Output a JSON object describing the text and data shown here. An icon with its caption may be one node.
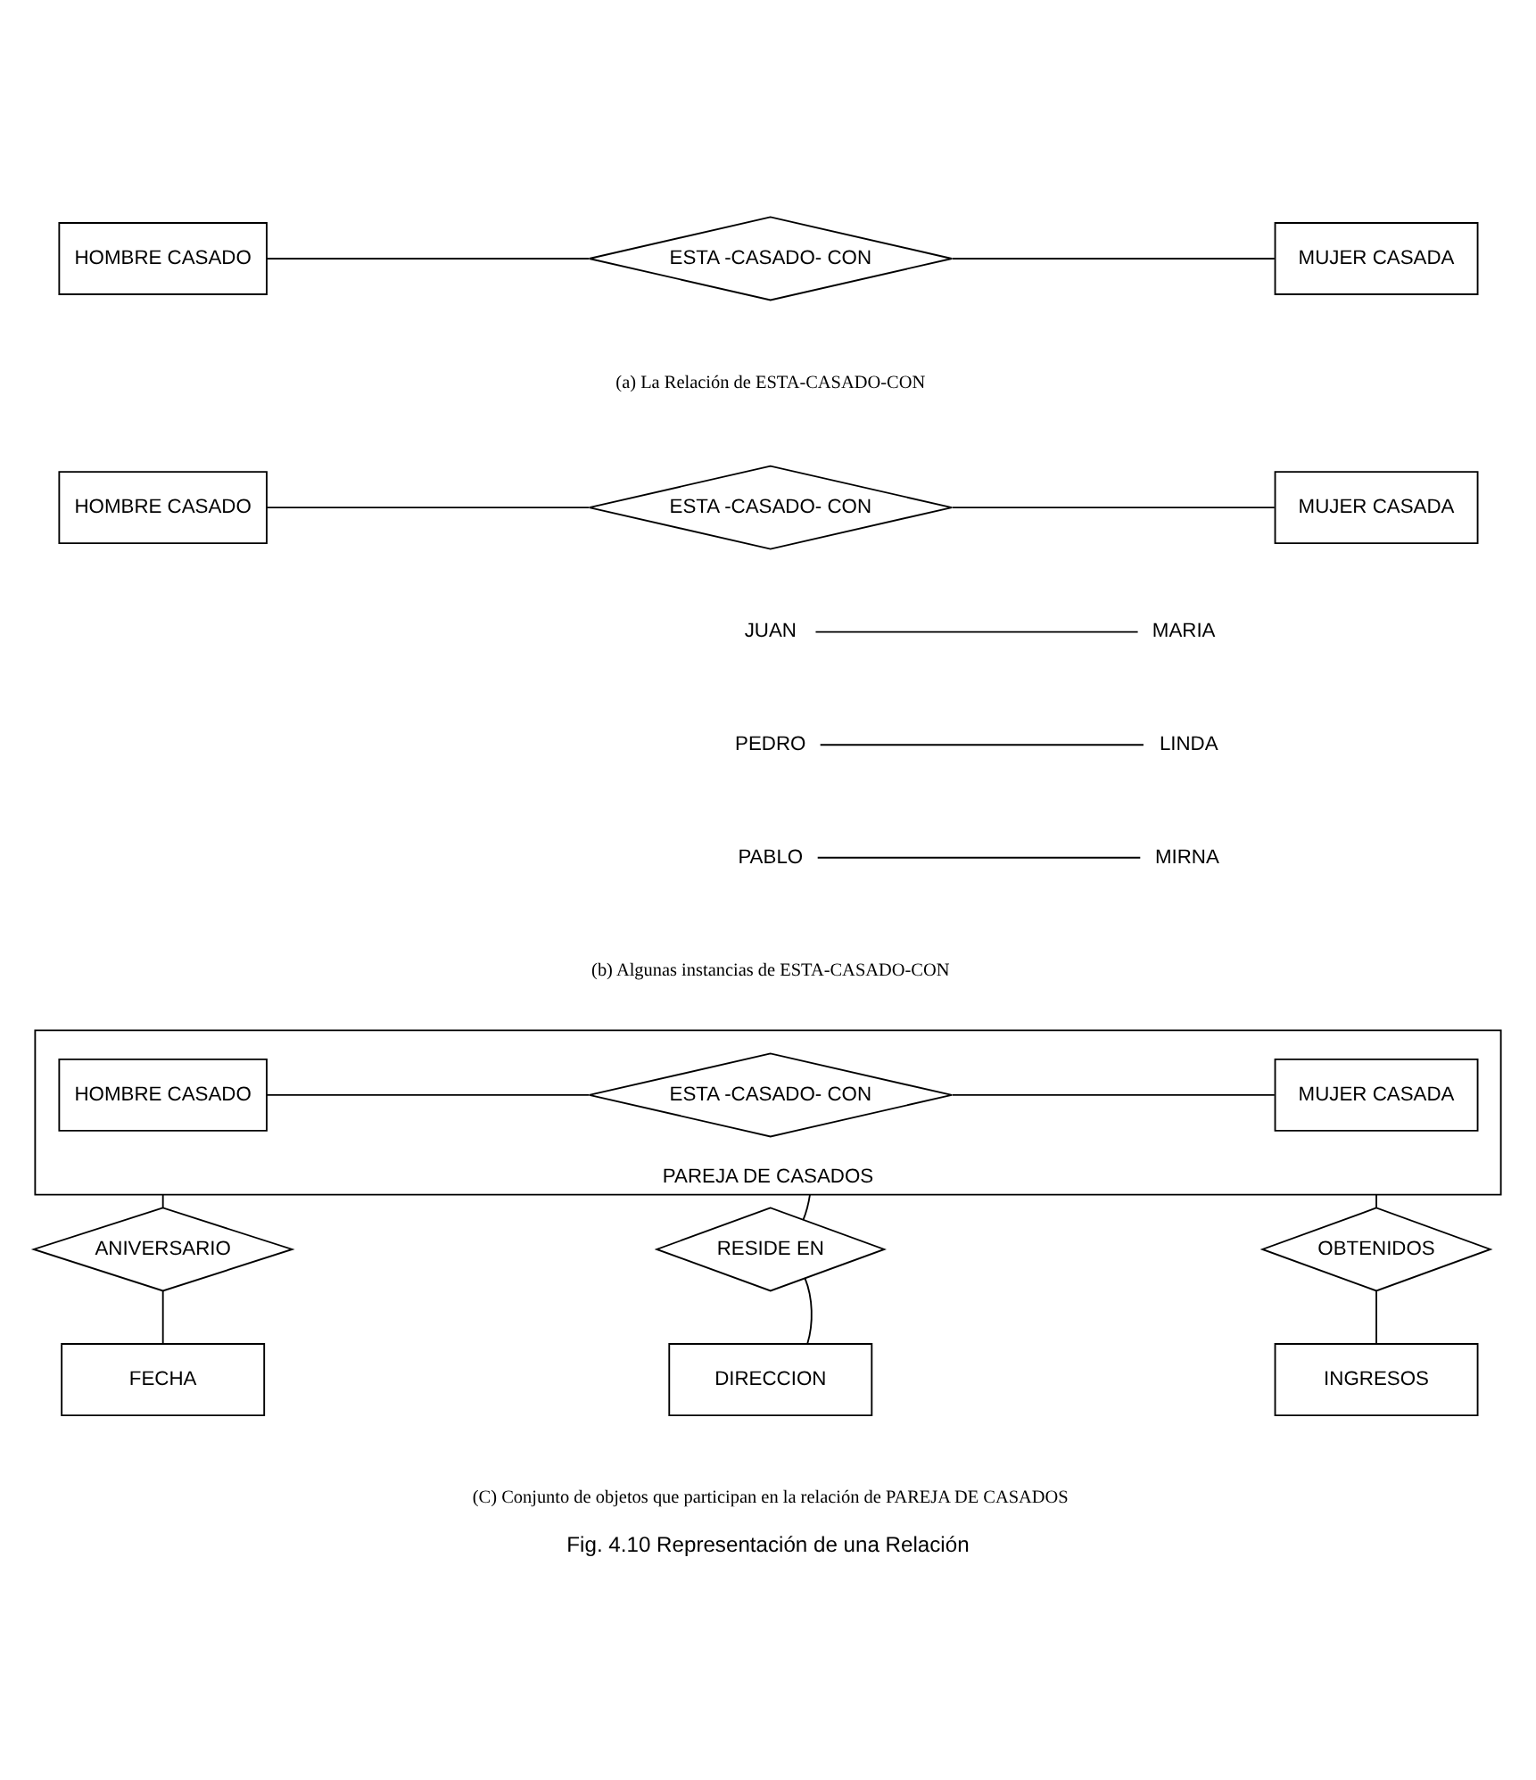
{
  "diagram": {
    "caption": "Fig. 4.10 Representación de una Relación",
    "nodes": [
      {
        "text": [
          "HOMBRE CASADO"
        ]
      },
      {
        "text": [
          "ESTA -CASADO- CON"
        ]
      },
      {
        "text": [
          "MUJER CASADA"
        ]
      },
      {
        "text": [
          "HOMBRE CASADO"
        ]
      },
      {
        "text": [
          "ESTA -CASADO- CON"
        ]
      },
      {
        "text": [
          "MUJER CASADA"
        ]
      },
      {
        "text": [
          "JUAN"
        ]
      },
      {
        "text": [
          "MARIA"
        ]
      },
      {
        "text": [
          "PEDRO"
        ]
      },
      {
        "text": [
          "LINDA"
        ]
      },
      {
        "text": [
          "PABLO"
        ]
      },
      {
        "text": [
          "MIRNA"
        ]
      },
      {
        "text": [
          "PAREJA DE CASADOS"
        ]
      },
      {
        "text": [
          "HOMBRE CASADO"
        ],
        "in": 12
      },
      {
        "text": [
          "ESTA -CASADO- CON"
        ],
        "in": 12
      },
      {
        "text": [
          "MUJER CASADA"
        ],
        "in": 12
      },
      {
        "text": [
          "ANIVERSARIO"
        ]
      },
      {
        "text": [
          "RESIDE EN"
        ]
      },
      {
        "text": [
          "OBTENIDOS"
        ]
      },
      {
        "text": [
          "FECHA"
        ]
      },
      {
        "text": [
          "DIRECCION"
        ]
      },
      {
        "text": [
          "INGRESOS"
        ]
      }
    ],
    "edges": [
      {
        "from": 0,
        "to": 1,
        "arrow": "none"
      },
      {
        "from": 1,
        "to": 2,
        "arrow": "none"
      },
      {
        "from": 3,
        "to": 4,
        "arrow": "none"
      },
      {
        "from": 4,
        "to": 5,
        "arrow": "none"
      },
      {
        "from": 6,
        "to": 7,
        "arrow": "none"
      },
      {
        "from": 8,
        "to": 9,
        "arrow": "none"
      },
      {
        "from": 10,
        "to": 11,
        "arrow": "none"
      },
      {
        "from": 13,
        "to": 14,
        "arrow": "none"
      },
      {
        "from": 14,
        "to": 15,
        "arrow": "none"
      },
      {
        "from": 12,
        "to": 16,
        "arrow": "none"
      },
      {
        "from": 12,
        "to": 17,
        "arrow": "none"
      },
      {
        "from": 12,
        "to": 18,
        "arrow": "none"
      },
      {
        "from": 16,
        "to": 19,
        "arrow": "none"
      },
      {
        "from": 17,
        "to": 20,
        "arrow": "none"
      },
      {
        "from": 18,
        "to": 21,
        "arrow": "none"
      }
    ],
    "labels": [
      "(a) La Relación de ESTA-CASADO-CON",
      "(b) Algunas instancias de ESTA-CASADO-CON",
      "(C) Conjunto de objetos que participan en la relación de PAREJA DE CASADOS"
    ]
  }
}
